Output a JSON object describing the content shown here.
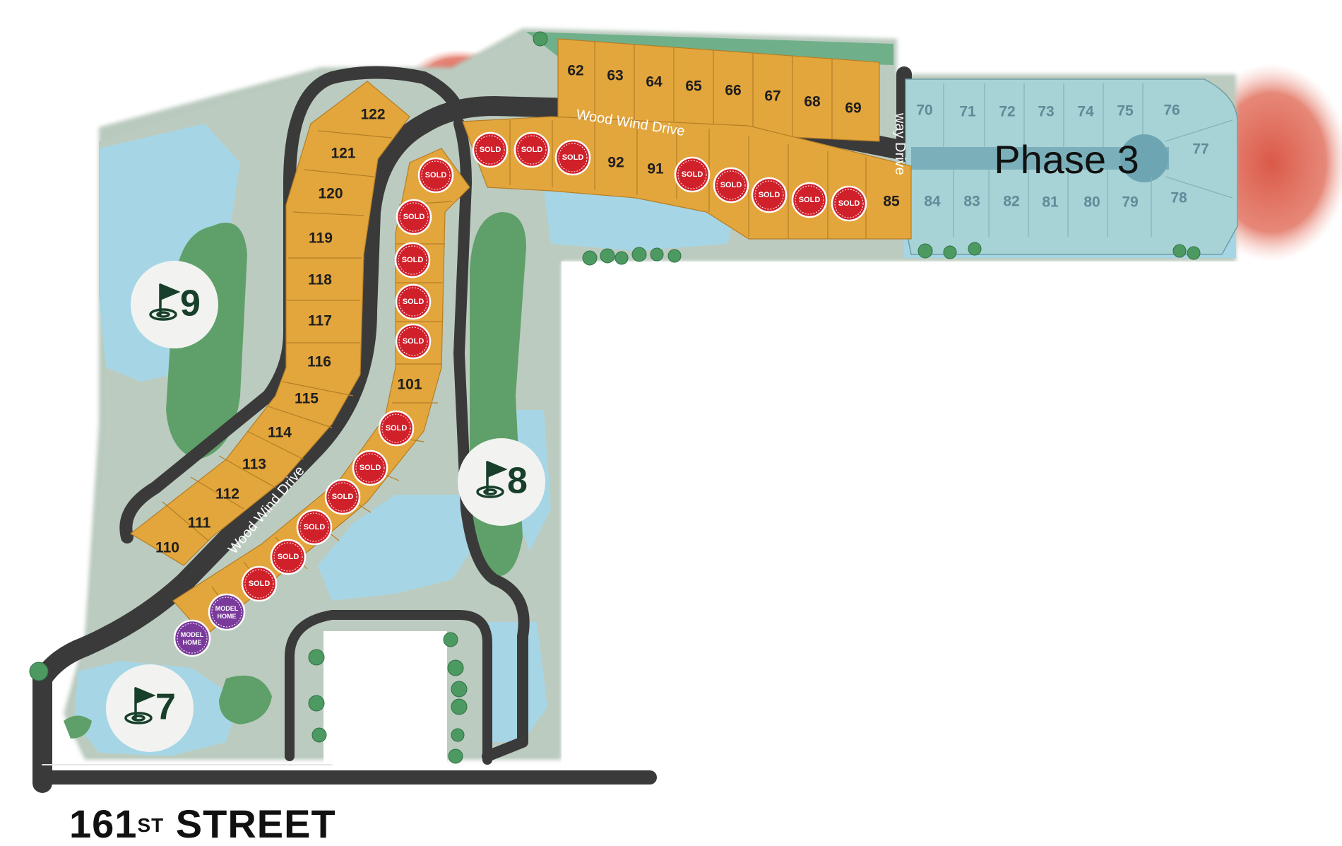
{
  "street": {
    "number": "161",
    "suffix": "ST",
    "name": "STREET"
  },
  "roads": {
    "wood_wind": "Wood Wind Drive",
    "side_road": "way Drive"
  },
  "phase": {
    "label": "Phase 3"
  },
  "holes": [
    "9",
    "8",
    "7"
  ],
  "badges": {
    "sold": "SOLD",
    "model_line1": "MODEL",
    "model_line2": "HOME"
  },
  "colors": {
    "lot": "#e3a63c",
    "phase3": "#a7d2d6",
    "sold": "#d0202a",
    "model": "#7a3a9b",
    "road": "#3c3c3c",
    "water": "#a6d6e6",
    "fairway": "#5fa06a",
    "ground": "#b7c8bb"
  },
  "lots": [
    {
      "id": "62",
      "status": "available"
    },
    {
      "id": "63",
      "status": "available"
    },
    {
      "id": "64",
      "status": "available"
    },
    {
      "id": "65",
      "status": "available"
    },
    {
      "id": "66",
      "status": "available"
    },
    {
      "id": "67",
      "status": "available"
    },
    {
      "id": "68",
      "status": "available"
    },
    {
      "id": "69",
      "status": "available"
    },
    {
      "id": "92",
      "status": "available"
    },
    {
      "id": "91",
      "status": "available"
    },
    {
      "id": "85",
      "status": "available"
    },
    {
      "id": "122",
      "status": "available"
    },
    {
      "id": "121",
      "status": "available"
    },
    {
      "id": "120",
      "status": "available"
    },
    {
      "id": "119",
      "status": "available"
    },
    {
      "id": "118",
      "status": "available"
    },
    {
      "id": "117",
      "status": "available"
    },
    {
      "id": "116",
      "status": "available"
    },
    {
      "id": "115",
      "status": "available"
    },
    {
      "id": "114",
      "status": "available"
    },
    {
      "id": "113",
      "status": "available"
    },
    {
      "id": "112",
      "status": "available"
    },
    {
      "id": "111",
      "status": "available"
    },
    {
      "id": "110",
      "status": "available"
    },
    {
      "id": "101",
      "status": "available"
    },
    {
      "id": "70",
      "status": "phase3"
    },
    {
      "id": "71",
      "status": "phase3"
    },
    {
      "id": "72",
      "status": "phase3"
    },
    {
      "id": "73",
      "status": "phase3"
    },
    {
      "id": "74",
      "status": "phase3"
    },
    {
      "id": "75",
      "status": "phase3"
    },
    {
      "id": "76",
      "status": "phase3"
    },
    {
      "id": "77",
      "status": "phase3"
    },
    {
      "id": "78",
      "status": "phase3"
    },
    {
      "id": "79",
      "status": "phase3"
    },
    {
      "id": "80",
      "status": "phase3"
    },
    {
      "id": "81",
      "status": "phase3"
    },
    {
      "id": "82",
      "status": "phase3"
    },
    {
      "id": "83",
      "status": "phase3"
    },
    {
      "id": "84",
      "status": "phase3"
    }
  ]
}
